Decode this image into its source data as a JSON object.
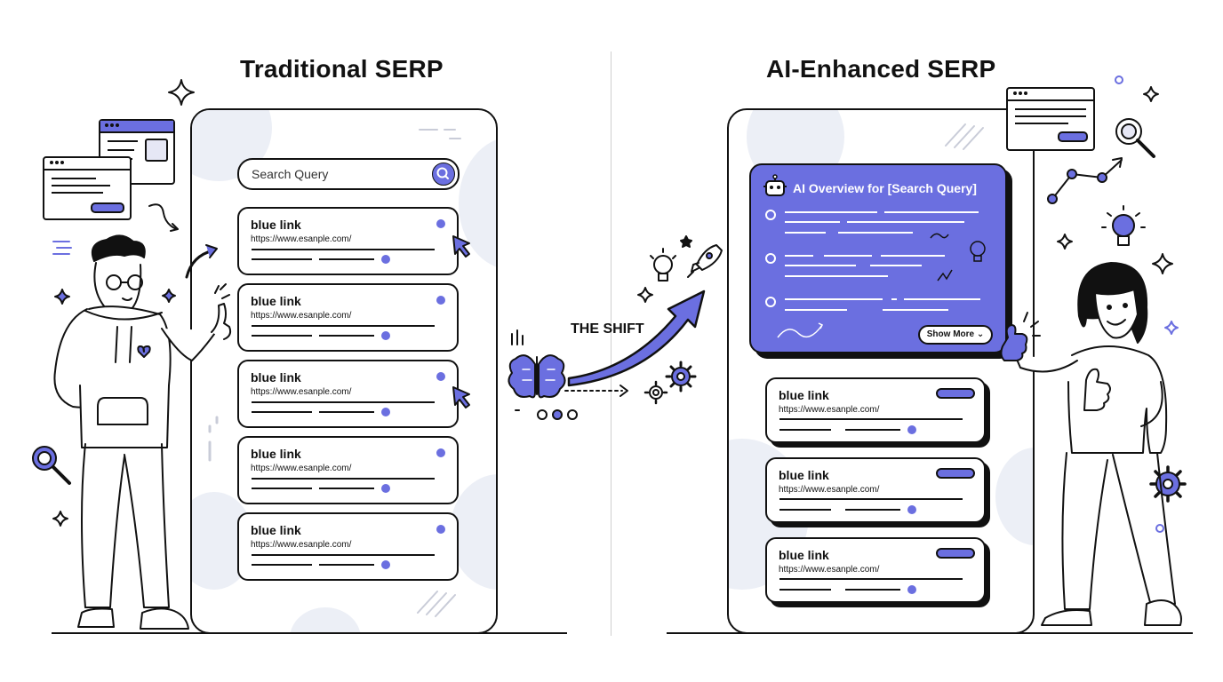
{
  "left": {
    "title": "Traditional SERP",
    "search_placeholder": "Search Query",
    "results": [
      {
        "label": "blue link",
        "url": "https://www.esanple.com/"
      },
      {
        "label": "blue link",
        "url": "https://www.esanple.com/"
      },
      {
        "label": "blue link",
        "url": "https://www.esanple.com/"
      },
      {
        "label": "blue link",
        "url": "https://www.esanple.com/"
      },
      {
        "label": "blue link",
        "url": "https://www.esanple.com/"
      }
    ]
  },
  "center": {
    "shift_label": "THE SHIFT"
  },
  "right": {
    "title": "AI-Enhanced SERP",
    "ai_overview": {
      "heading": "AI Overview for [Search Query]",
      "show_more": "Show More ⌄"
    },
    "results": [
      {
        "label": "blue link",
        "url": "https://www.esanple.com/"
      },
      {
        "label": "blue link",
        "url": "https://www.esanple.com/"
      },
      {
        "label": "blue link",
        "url": "https://www.esanple.com/"
      }
    ]
  },
  "colors": {
    "accent": "#6b6fe0",
    "ink": "#111111",
    "blob": "#eceff6"
  },
  "icons": [
    "sparkle-icon",
    "magnifier-icon",
    "cursor-icon",
    "brain-icon",
    "lightbulb-icon",
    "rocket-icon",
    "gear-icon",
    "robot-icon",
    "heart-icon",
    "growth-chart-icon"
  ]
}
